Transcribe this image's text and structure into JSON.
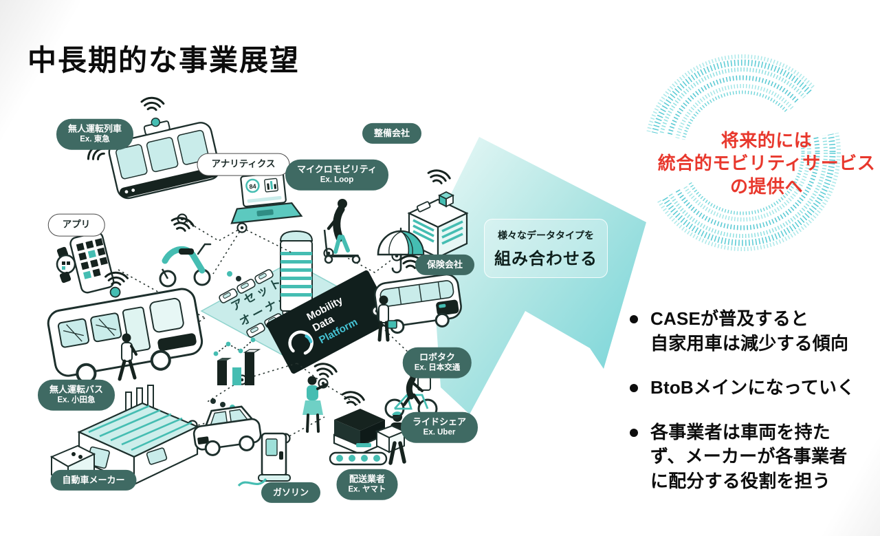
{
  "slide": {
    "title": "中長期的な事業展望"
  },
  "diagram": {
    "pills": [
      {
        "text": "無人運転列車",
        "sub": "Ex. 東急",
        "style": "dark"
      },
      {
        "text": "アナリティクス",
        "style": "light"
      },
      {
        "text": "マイクロモビリティ",
        "sub": "Ex. Loop",
        "style": "dark"
      },
      {
        "text": "整備会社",
        "style": "dark"
      },
      {
        "text": "アプリ",
        "style": "light"
      },
      {
        "text": "保険会社",
        "style": "dark"
      },
      {
        "text": "ロボタク",
        "sub": "Ex. 日本交通",
        "style": "dark"
      },
      {
        "text": "無人運転バス",
        "sub": "Ex. 小田急",
        "style": "dark"
      },
      {
        "text": "自動車メーカー",
        "style": "dark"
      },
      {
        "text": "ガソリン",
        "style": "dark"
      },
      {
        "text": "配送業者",
        "sub": "Ex. ヤマト",
        "style": "dark"
      },
      {
        "text": "ライドシェア",
        "sub": "Ex. Uber",
        "style": "dark"
      }
    ],
    "asset_owner_line1": "アセット",
    "asset_owner_line2": "オーナー",
    "logo": {
      "line1": "Mobility",
      "line2": "Data",
      "line3": "Platform"
    },
    "laptop_value": "84",
    "arrow_note": {
      "line1": "様々なデータタイプを",
      "line2": "組み合わせる"
    }
  },
  "future_note": {
    "text": "将来的には\n統合的モビリティサービス\nの提供へ"
  },
  "bullets": [
    {
      "text": "CASEが普及すると\n自家用車は減少する傾向"
    },
    {
      "text": "BtoBメインになっていく"
    },
    {
      "text": "各事業者は車両を持た\nず、メーカーが各事業者\nに配分する役割を担う"
    }
  ],
  "colors": {
    "ink": "#1d2f2c",
    "teal": "#45bdb2",
    "teal_light": "#c9ecea",
    "pill_dark": "#3f6a63",
    "arrow_light": "#e8f8f6",
    "arrow_deep": "#6fd2d6",
    "ring_teal": "#5fcdd6",
    "highlight_red": "#e8382d",
    "platform_sign_bg": "#111f1d",
    "platform_logo_accent": "#45c3d4"
  }
}
